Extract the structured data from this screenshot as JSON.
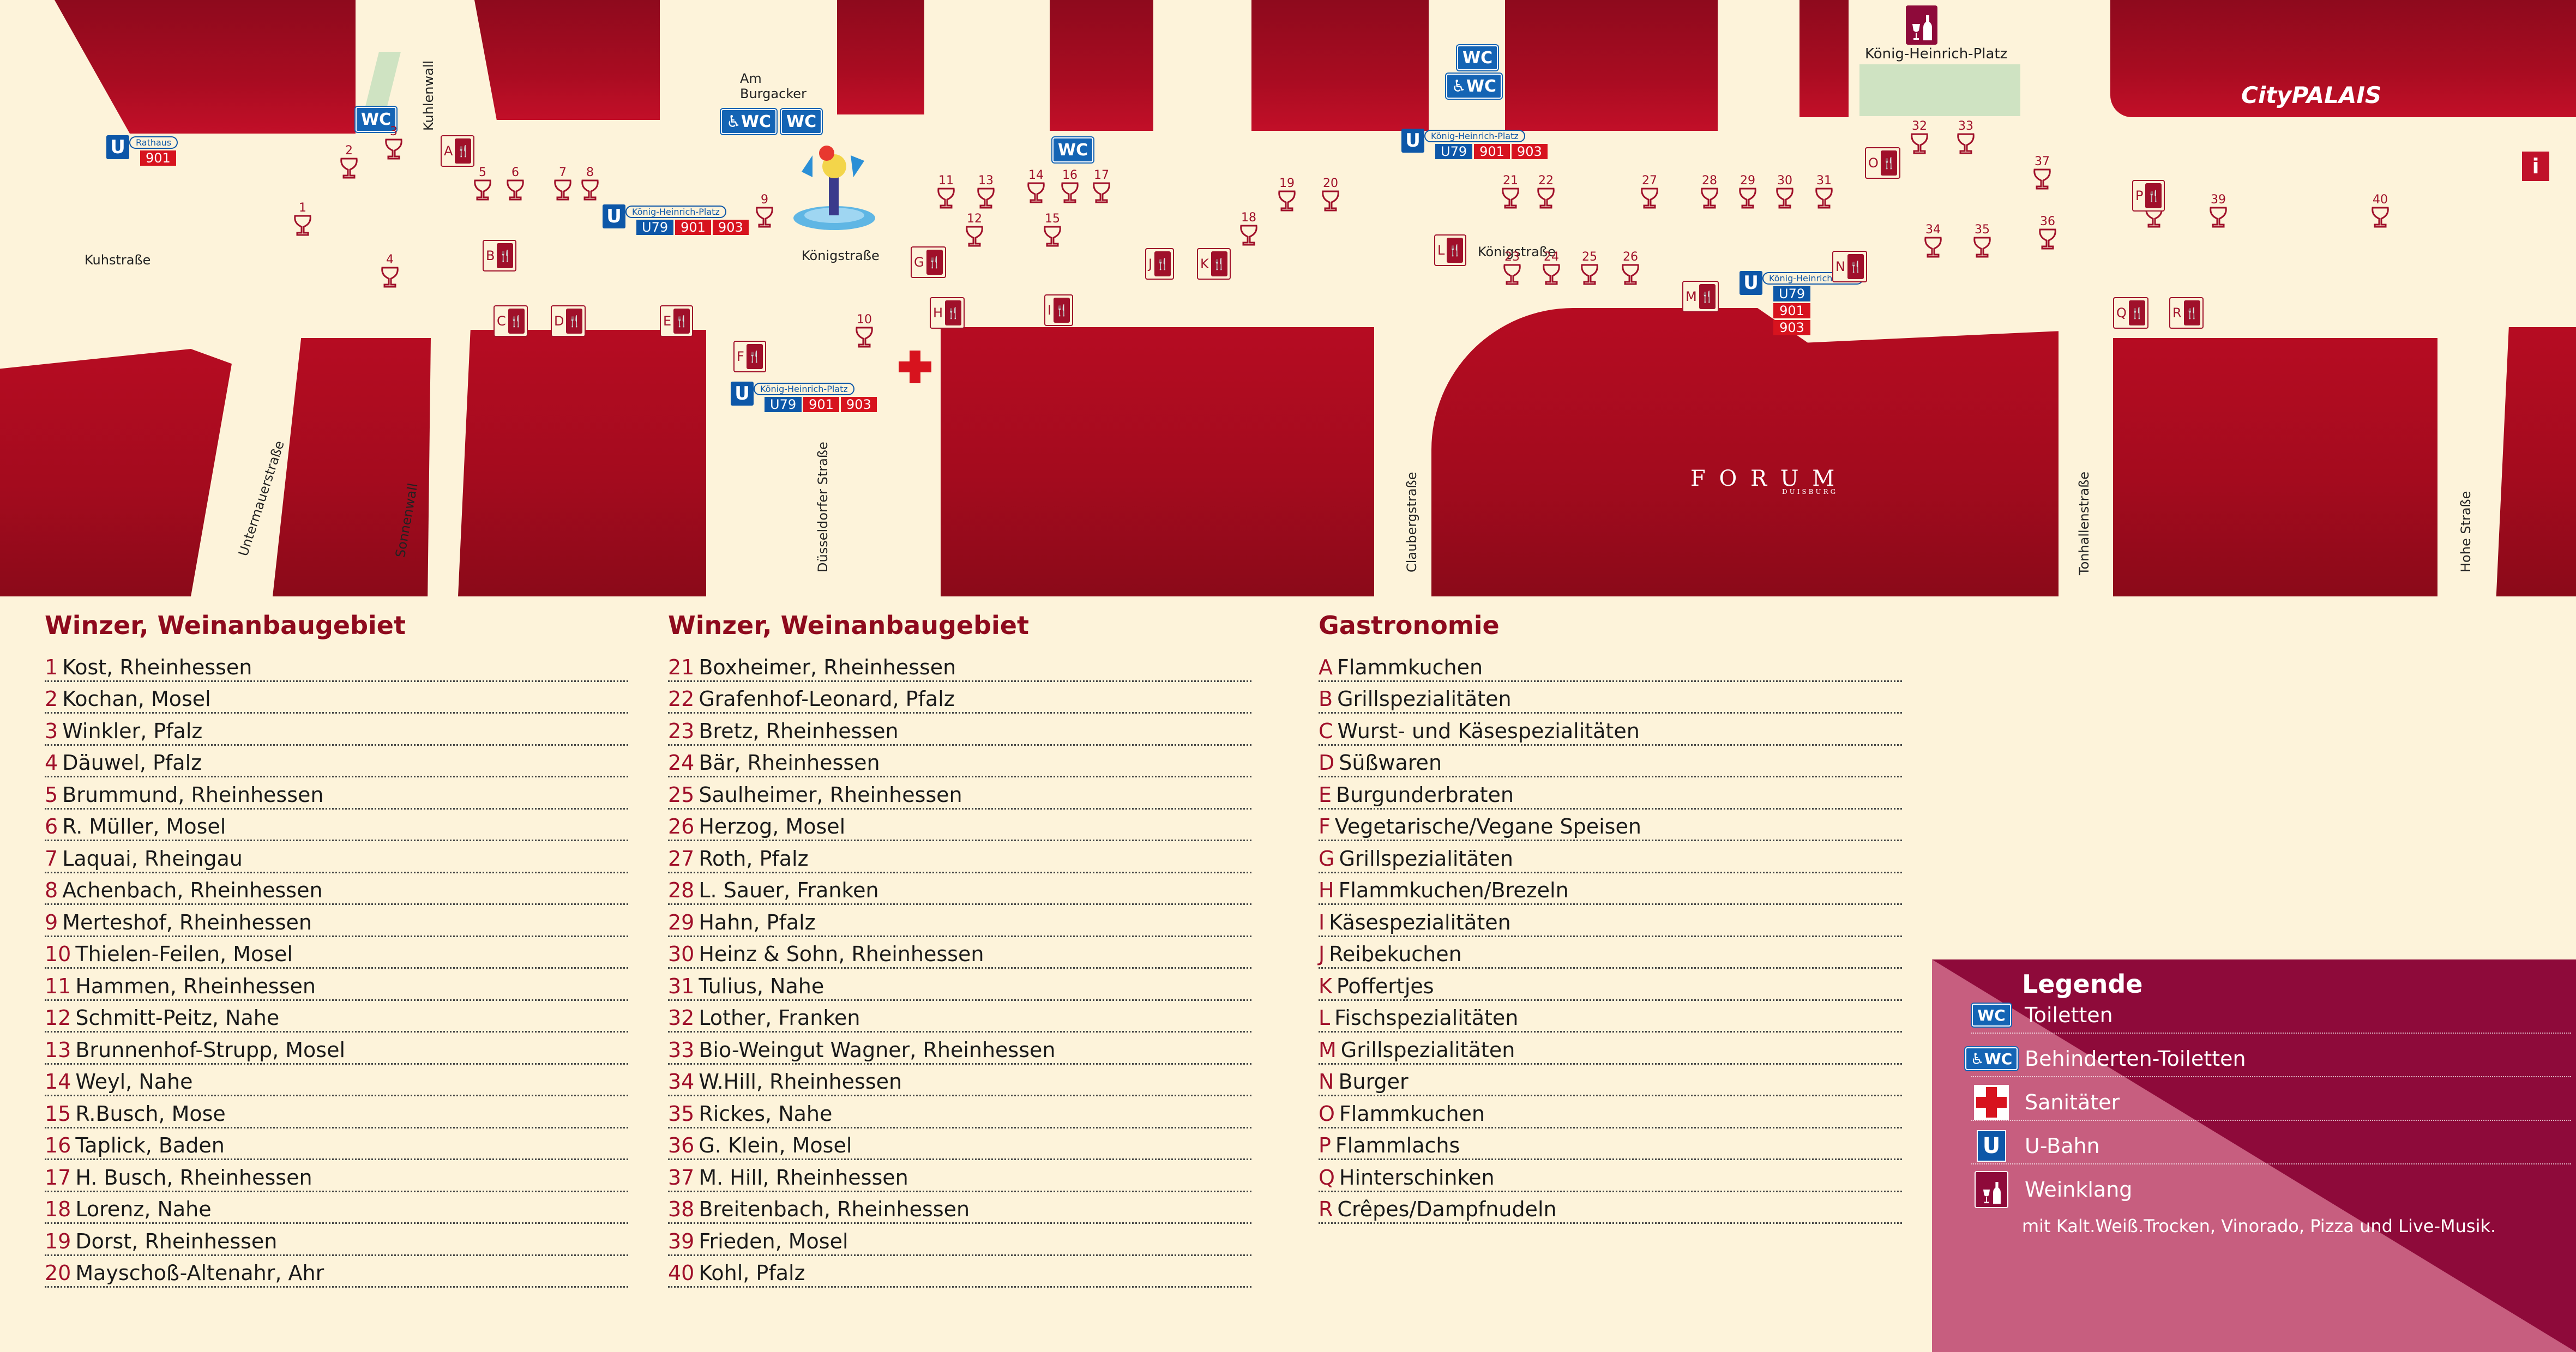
{
  "map": {
    "streets": [
      {
        "id": "kuhstrasse",
        "label": "Kuhstraße"
      },
      {
        "id": "kuhlenwall",
        "label": "Kuhlenwall"
      },
      {
        "id": "untermauerstrasse",
        "label": "Untermauerstraße"
      },
      {
        "id": "sonnenwall",
        "label": "Sonnenwall"
      },
      {
        "id": "am-burgacker",
        "label": "Am\nBurgacker"
      },
      {
        "id": "koenigstrasse-west",
        "label": "Königstraße"
      },
      {
        "id": "duesseldorfer-strasse",
        "label": "Düsseldorfer Straße"
      },
      {
        "id": "claubergstrasse",
        "label": "Claubergstraße"
      },
      {
        "id": "koenigstrasse-east",
        "label": "Königstraße"
      },
      {
        "id": "tonhallenstrasse",
        "label": "Tonhallenstraße"
      },
      {
        "id": "hohe-strasse",
        "label": "Hohe Straße"
      }
    ],
    "plaza_label": "König-Heinrich-Platz",
    "logos": {
      "forum": "F O R U M",
      "forum_sub": "DUISBURG",
      "citypalais": "CityPALAIS"
    },
    "info_icon": "i",
    "wc_label": "WC",
    "glasses": [
      "1",
      "2",
      "3",
      "4",
      "5",
      "6",
      "7",
      "8",
      "9",
      "10",
      "11",
      "12",
      "13",
      "14",
      "15",
      "16",
      "17",
      "18",
      "19",
      "20",
      "21",
      "22",
      "23",
      "24",
      "25",
      "26",
      "27",
      "28",
      "29",
      "30",
      "31",
      "32",
      "33",
      "34",
      "35",
      "36",
      "37",
      "38",
      "39",
      "40"
    ],
    "food": [
      "A",
      "B",
      "C",
      "D",
      "E",
      "F",
      "G",
      "H",
      "I",
      "J",
      "K",
      "L",
      "M",
      "N",
      "O",
      "P",
      "Q",
      "R"
    ],
    "ubahn": [
      {
        "id": "rathaus",
        "station": "Rathaus",
        "lines": [
          "901"
        ]
      },
      {
        "id": "khp-1",
        "station": "König-Heinrich-Platz",
        "lines": [
          "U79",
          "901",
          "903"
        ]
      },
      {
        "id": "khp-2",
        "station": "König-Heinrich-Platz",
        "lines": [
          "U79",
          "901",
          "903"
        ]
      },
      {
        "id": "khp-3",
        "station": "König-Heinrich-Platz",
        "lines": [
          "U79",
          "901",
          "903"
        ]
      },
      {
        "id": "khp-4",
        "station": "König-Heinrich-Platz",
        "lines": [
          "U79",
          "901",
          "903"
        ]
      }
    ]
  },
  "lists": {
    "col1": {
      "title": "Winzer, Weinanbaugebiet",
      "items": [
        {
          "k": "1",
          "v": "Kost, Rheinhessen"
        },
        {
          "k": "2",
          "v": "Kochan, Mosel"
        },
        {
          "k": "3",
          "v": "Winkler, Pfalz"
        },
        {
          "k": "4",
          "v": "Däuwel, Pfalz"
        },
        {
          "k": "5",
          "v": "Brummund, Rheinhessen"
        },
        {
          "k": "6",
          "v": "R. Müller, Mosel"
        },
        {
          "k": "7",
          "v": "Laquai, Rheingau"
        },
        {
          "k": "8",
          "v": "Achenbach, Rheinhessen"
        },
        {
          "k": "9",
          "v": "Merteshof, Rheinhessen"
        },
        {
          "k": "10",
          "v": "Thielen-Feilen, Mosel"
        },
        {
          "k": "11",
          "v": "Hammen, Rheinhessen"
        },
        {
          "k": "12",
          "v": "Schmitt-Peitz, Nahe"
        },
        {
          "k": "13",
          "v": "Brunnenhof-Strupp, Mosel"
        },
        {
          "k": "14",
          "v": "Weyl, Nahe"
        },
        {
          "k": "15",
          "v": "R.Busch, Mose"
        },
        {
          "k": "16",
          "v": "Taplick, Baden"
        },
        {
          "k": "17",
          "v": "H. Busch, Rheinhessen"
        },
        {
          "k": "18",
          "v": "Lorenz, Nahe"
        },
        {
          "k": "19",
          "v": "Dorst, Rheinhessen"
        },
        {
          "k": "20",
          "v": "Mayschoß-Altenahr, Ahr"
        }
      ]
    },
    "col2": {
      "title": "Winzer, Weinanbaugebiet",
      "items": [
        {
          "k": "21",
          "v": "Boxheimer, Rheinhessen"
        },
        {
          "k": "22",
          "v": "Grafenhof-Leonard, Pfalz"
        },
        {
          "k": "23",
          "v": "Bretz, Rheinhessen"
        },
        {
          "k": "24",
          "v": "Bär, Rheinhessen"
        },
        {
          "k": "25",
          "v": "Saulheimer, Rheinhessen"
        },
        {
          "k": "26",
          "v": "Herzog, Mosel"
        },
        {
          "k": "27",
          "v": "Roth, Pfalz"
        },
        {
          "k": "28",
          "v": "L. Sauer, Franken"
        },
        {
          "k": "29",
          "v": "Hahn, Pfalz"
        },
        {
          "k": "30",
          "v": "Heinz & Sohn, Rheinhessen"
        },
        {
          "k": "31",
          "v": "Tulius, Nahe"
        },
        {
          "k": "32",
          "v": "Lother, Franken"
        },
        {
          "k": "33",
          "v": "Bio-Weingut Wagner, Rheinhessen"
        },
        {
          "k": "34",
          "v": "W.Hill, Rheinhessen"
        },
        {
          "k": "35",
          "v": "Rickes, Nahe"
        },
        {
          "k": "36",
          "v": "G. Klein, Mosel"
        },
        {
          "k": "37",
          "v": "M. Hill, Rheinhessen"
        },
        {
          "k": "38",
          "v": "Breitenbach, Rheinhessen"
        },
        {
          "k": "39",
          "v": "Frieden, Mosel"
        },
        {
          "k": "40",
          "v": "Kohl, Pfalz"
        }
      ]
    },
    "col3": {
      "title": "Gastronomie",
      "items": [
        {
          "k": "A",
          "v": "Flammkuchen"
        },
        {
          "k": "B",
          "v": "Grillspezialitäten"
        },
        {
          "k": "C",
          "v": "Wurst- und Käsespezialitäten"
        },
        {
          "k": "D",
          "v": "Süßwaren"
        },
        {
          "k": "E",
          "v": "Burgunderbraten"
        },
        {
          "k": "F",
          "v": "Vegetarische/Vegane Speisen"
        },
        {
          "k": "G",
          "v": "Grillspezialitäten"
        },
        {
          "k": "H",
          "v": "Flammkuchen/Brezeln"
        },
        {
          "k": "I",
          "v": "Käsespezialitäten"
        },
        {
          "k": "J",
          "v": "Reibekuchen"
        },
        {
          "k": "K",
          "v": "Poffertjes"
        },
        {
          "k": "L",
          "v": "Fischspezialitäten"
        },
        {
          "k": "M",
          "v": "Grillspezialitäten"
        },
        {
          "k": "N",
          "v": "Burger"
        },
        {
          "k": "O",
          "v": "Flammkuchen"
        },
        {
          "k": "P",
          "v": "Flammlachs"
        },
        {
          "k": "Q",
          "v": "Hinterschinken"
        },
        {
          "k": "R",
          "v": "Crêpes/Dampfnudeln"
        }
      ]
    }
  },
  "legend": {
    "title": "Legende",
    "items": [
      {
        "icon": "wc-icon",
        "badge": "WC",
        "label": "Toiletten"
      },
      {
        "icon": "accessible-wc-icon",
        "badge": "WC",
        "label": "Behinderten-Toiletten"
      },
      {
        "icon": "red-cross-icon",
        "badge": "",
        "label": "Sanitäter"
      },
      {
        "icon": "u-bahn-icon",
        "badge": "U",
        "label": "U-Bahn"
      },
      {
        "icon": "wine-bottle-glass-icon",
        "badge": "",
        "label": "Weinklang"
      }
    ],
    "note": "mit Kalt.Weiß.Trocken, Vinorado, Pizza und Live-Musik."
  },
  "colors": {
    "block": "#a40b1e",
    "wine": "#a0102a",
    "background": "#fdf3da",
    "ubahn": "#0d57a8",
    "legend": "#8e0a3a"
  }
}
